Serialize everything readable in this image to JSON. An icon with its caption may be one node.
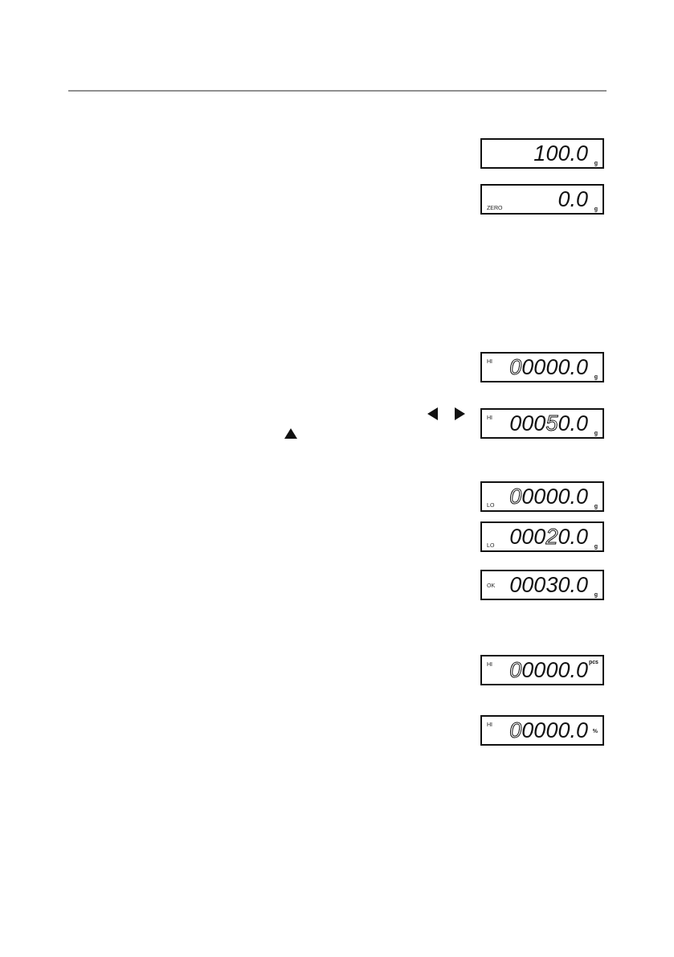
{
  "diagram": {
    "nodes": [
      {
        "text": [
          "100.0",
          "g"
        ]
      },
      {
        "text": [
          "ZERO",
          "0.0",
          "g"
        ]
      },
      {
        "text": [
          "HI",
          "00000.0",
          "g"
        ]
      },
      {
        "text": [
          "HI",
          "00050.0",
          "g"
        ]
      },
      {
        "text": [
          "LO",
          "00000.0",
          "g"
        ]
      },
      {
        "text": [
          "LO",
          "00020.0",
          "g"
        ]
      },
      {
        "text": [
          "OK",
          "00030.0",
          "g"
        ]
      },
      {
        "text": [
          "HI",
          "00000.0",
          "pcs"
        ]
      },
      {
        "text": [
          "HI",
          "00000.0",
          "%"
        ]
      }
    ]
  }
}
